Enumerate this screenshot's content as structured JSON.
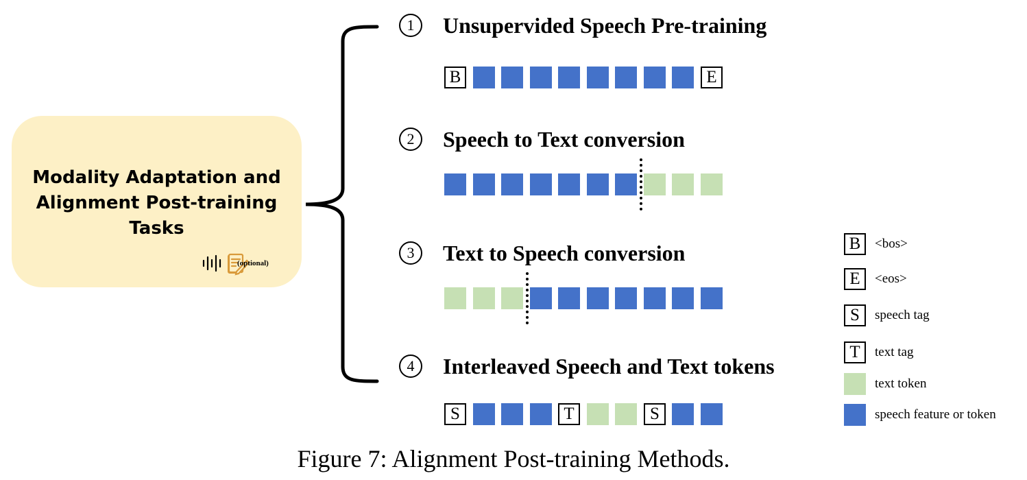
{
  "center": {
    "title_lines": [
      "Modality Adaptation and",
      "Alignment Post-training",
      "Tasks"
    ],
    "icons": [
      "waveform-icon",
      "text-document-pen-icon"
    ],
    "optional_label": "(optional)"
  },
  "tasks": [
    {
      "number": "1",
      "title": "Unsupervided Speech Pre-training",
      "sequence": [
        "B",
        "speech",
        "speech",
        "speech",
        "speech",
        "speech",
        "speech",
        "speech",
        "speech",
        "E"
      ]
    },
    {
      "number": "2",
      "title": "Speech to Text conversion",
      "sequence": [
        "speech",
        "speech",
        "speech",
        "speech",
        "speech",
        "speech",
        "speech",
        "|",
        "text",
        "text",
        "text"
      ]
    },
    {
      "number": "3",
      "title": "Text to Speech conversion",
      "sequence": [
        "text",
        "text",
        "text",
        "|",
        "speech",
        "speech",
        "speech",
        "speech",
        "speech",
        "speech",
        "speech"
      ]
    },
    {
      "number": "4",
      "title": "Interleaved Speech and Text tokens",
      "sequence": [
        "S",
        "speech",
        "speech",
        "speech",
        "T",
        "text",
        "text",
        "S",
        "speech",
        "speech"
      ]
    }
  ],
  "legend": [
    {
      "symbol": "B",
      "label": "<bos>"
    },
    {
      "symbol": "E",
      "label": "<eos>"
    },
    {
      "symbol": "S",
      "label": "speech tag"
    },
    {
      "symbol": "T",
      "label": "text tag"
    },
    {
      "symbol": "text",
      "label": "text token"
    },
    {
      "symbol": "speech",
      "label": "speech feature or token"
    }
  ],
  "caption": "Figure 7: Alignment Post-training Methods.",
  "colors": {
    "speech": "#4472c9",
    "text": "#c6e0b4",
    "box": "#fdf0c6",
    "icon": "#d99a3a"
  }
}
